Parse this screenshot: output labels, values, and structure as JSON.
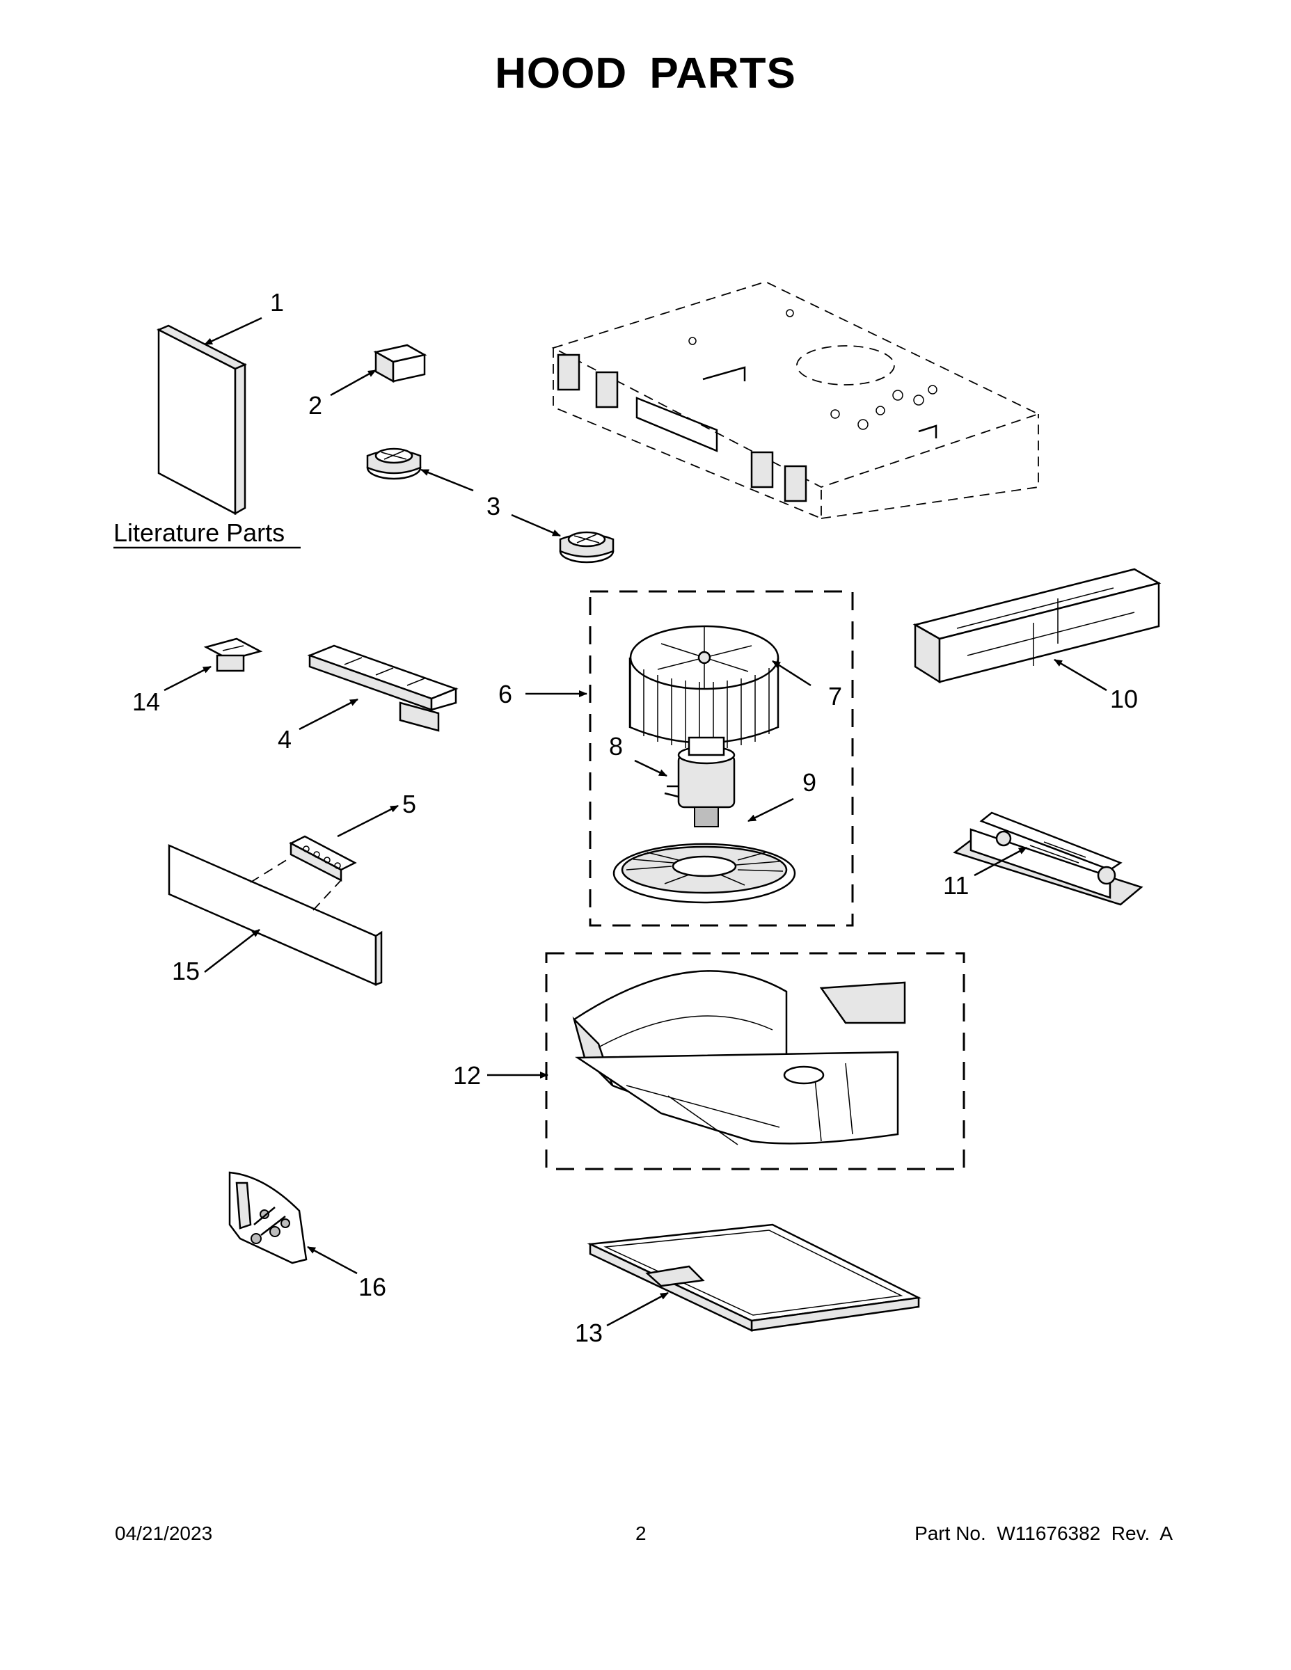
{
  "title": "HOOD PARTS",
  "literature_label": "Literature Parts",
  "callouts": [
    "1",
    "2",
    "3",
    "4",
    "5",
    "6",
    "7",
    "8",
    "9",
    "10",
    "11",
    "12",
    "13",
    "14",
    "15",
    "16"
  ],
  "footer": {
    "date": "04/21/2023",
    "page": "2",
    "part_number": "Part No.  W11676382  Rev.  A"
  }
}
